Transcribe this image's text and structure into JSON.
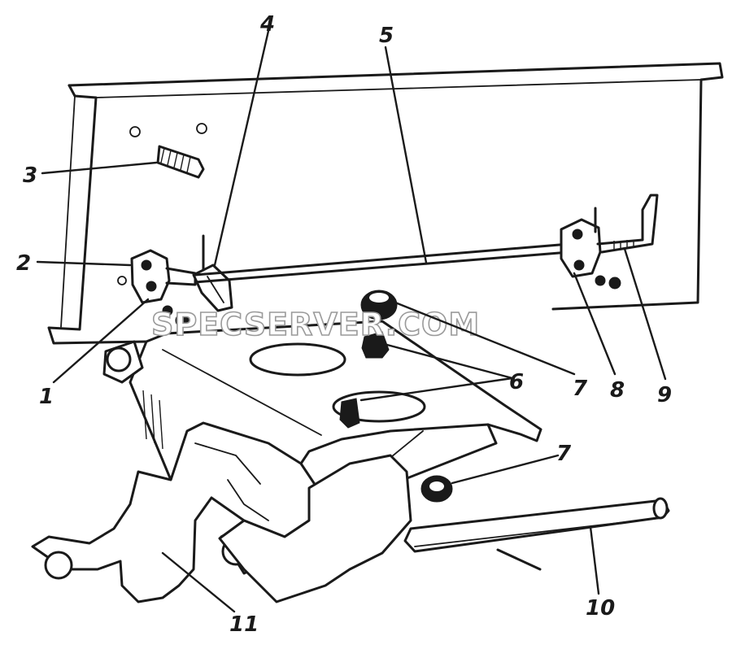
{
  "callouts": [
    {
      "id": "1",
      "label": "1"
    },
    {
      "id": "2",
      "label": "2"
    },
    {
      "id": "3",
      "label": "3"
    },
    {
      "id": "4",
      "label": "4"
    },
    {
      "id": "5",
      "label": "5"
    },
    {
      "id": "6",
      "label": "6"
    },
    {
      "id": "7a",
      "label": "7"
    },
    {
      "id": "7b",
      "label": "7"
    },
    {
      "id": "8",
      "label": "8"
    },
    {
      "id": "9",
      "label": "9"
    },
    {
      "id": "10",
      "label": "10"
    },
    {
      "id": "11",
      "label": "11"
    }
  ],
  "watermark": "SPECSERVER.COM"
}
